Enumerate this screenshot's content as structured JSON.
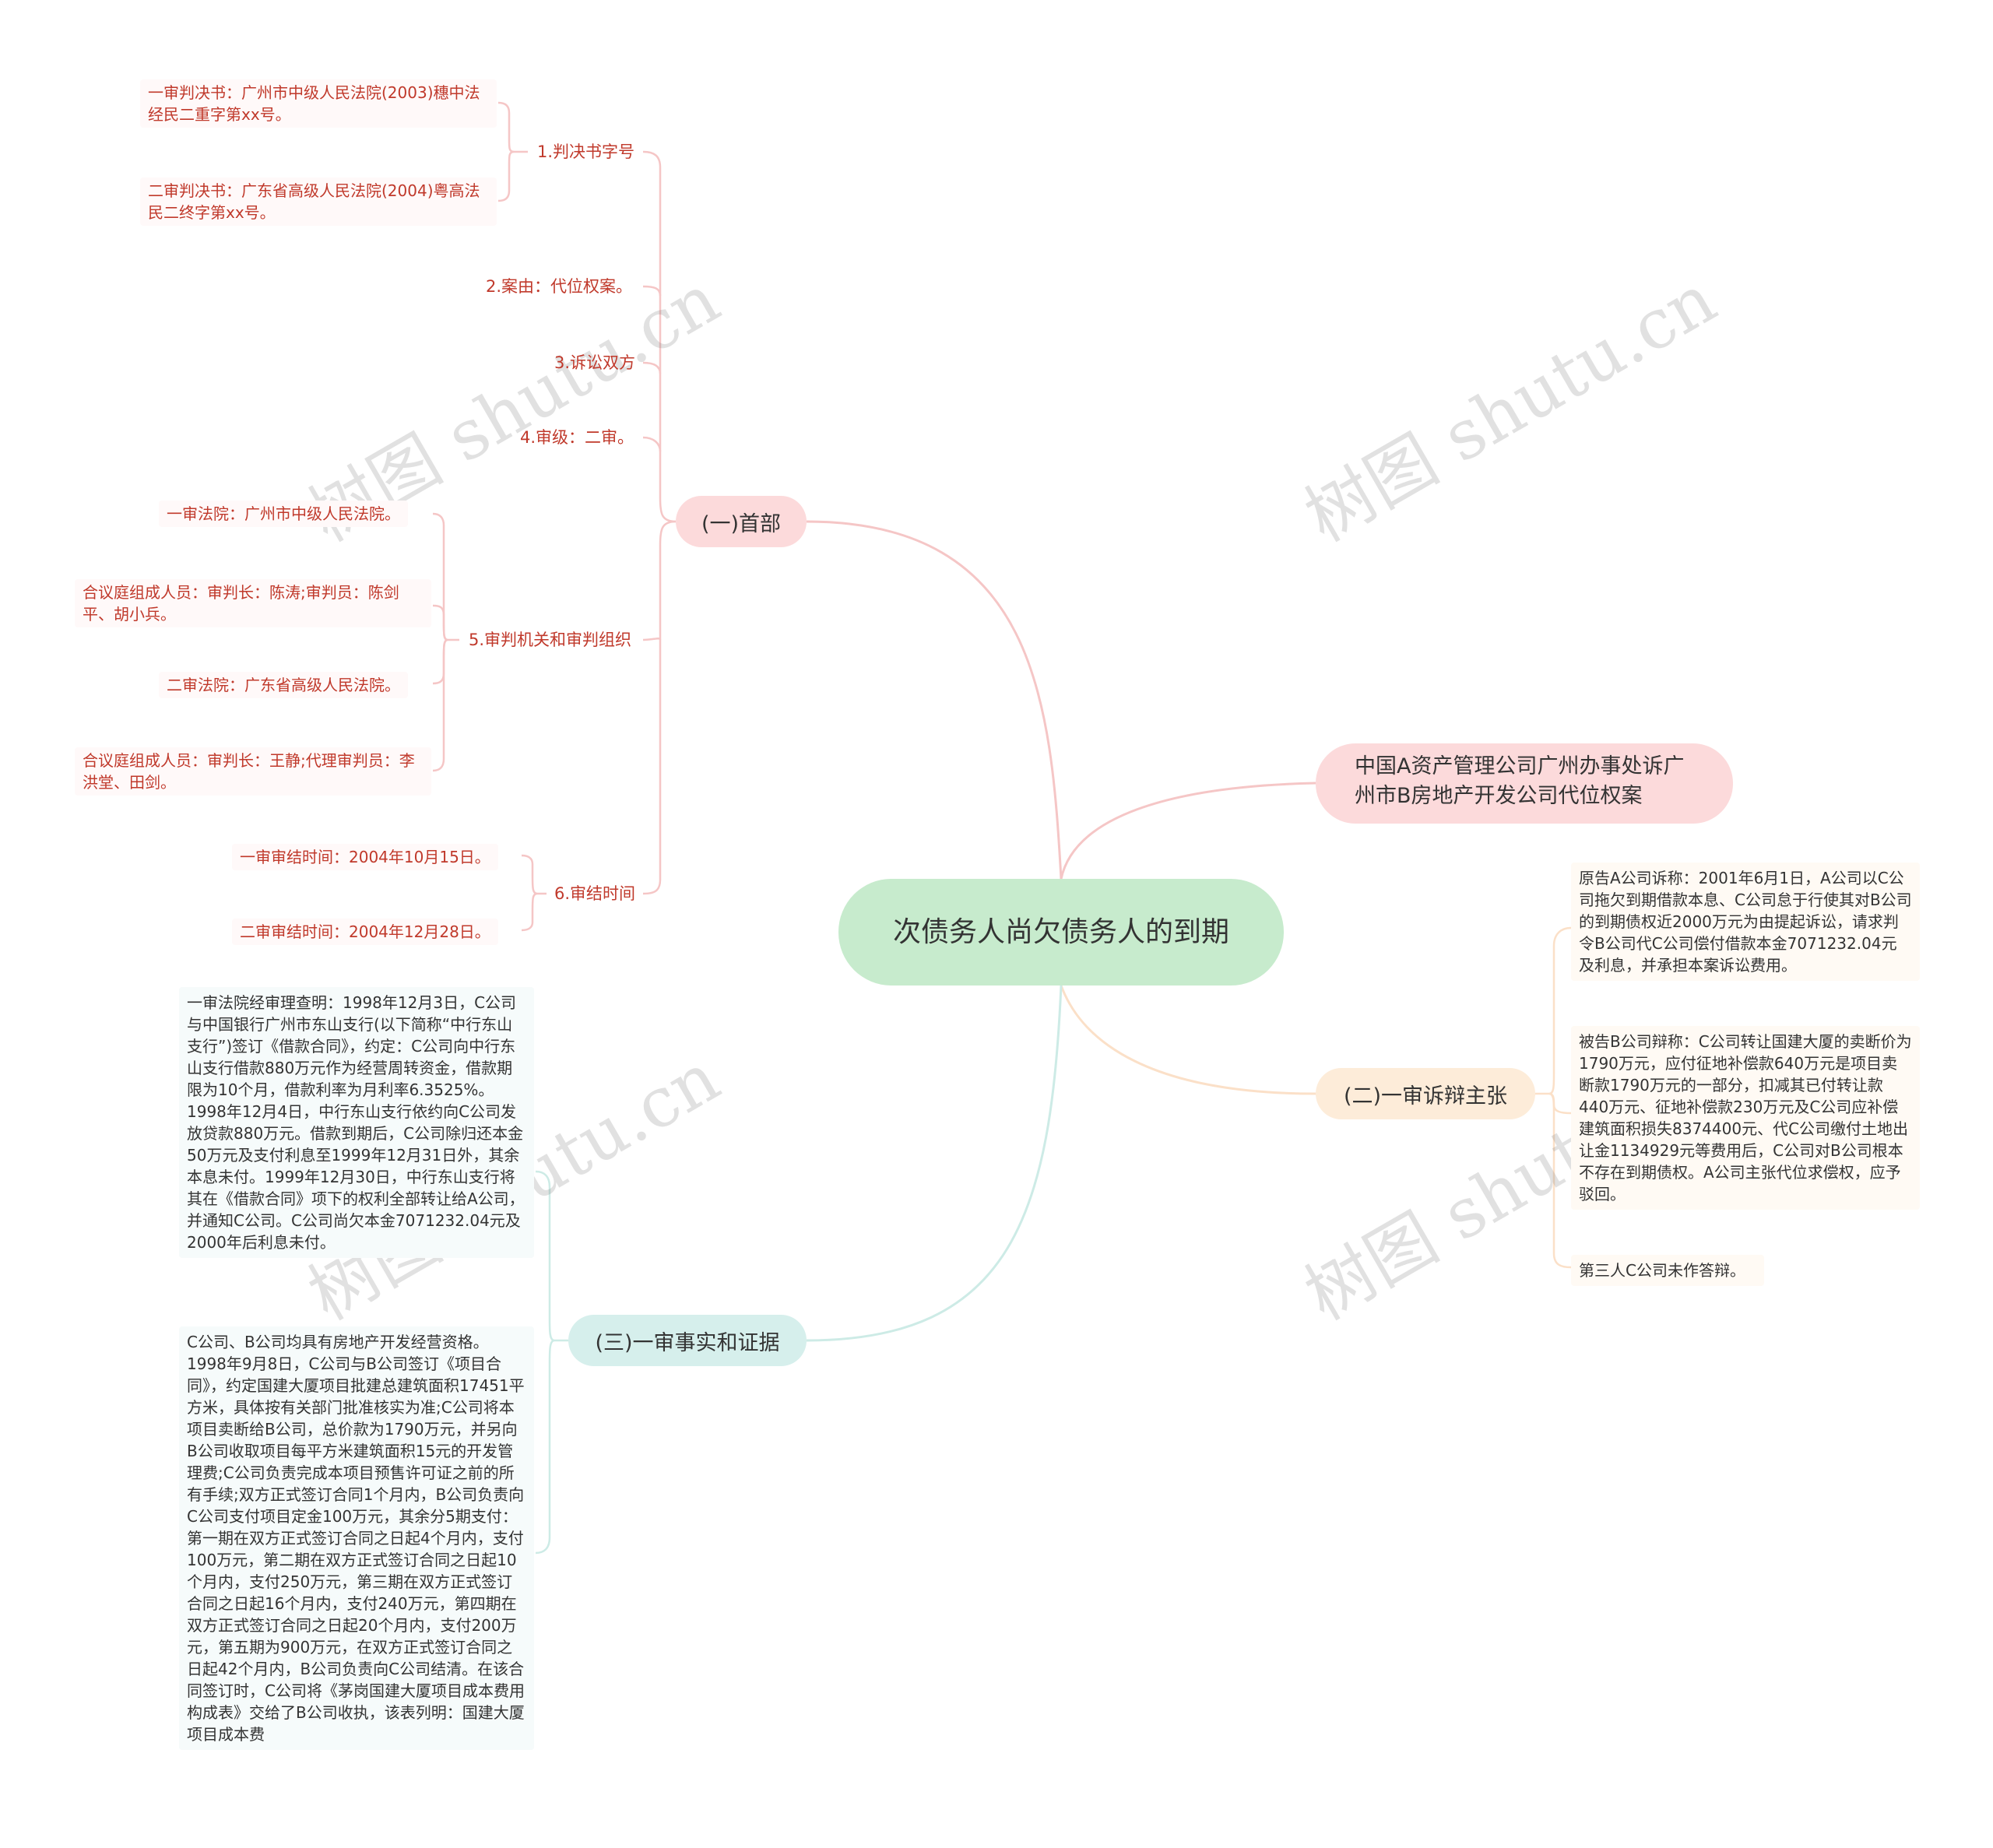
{
  "center": "次债务人尚欠债务人的到期",
  "title_node": "中国A资产管理公司广州办事处诉广州市B房地产开发公司代位权案",
  "branch1": {
    "label": "(一)首部",
    "items": {
      "judgment_no": {
        "label": "1.判决书字号",
        "first": "一审判决书：广州市中级人民法院(2003)穗中法经民二重字第xx号。",
        "second": "二审判决书：广东省高级人民法院(2004)粤高法民二终字第xx号。"
      },
      "cause": "2.案由：代位权案。",
      "parties": "3.诉讼双方",
      "level": "4.审级：二审。",
      "court": {
        "label": "5.审判机关和审判组织",
        "c1": "一审法院：广州市中级人民法院。",
        "c2": "合议庭组成人员：审判长：陈涛;审判员：陈剑平、胡小兵。",
        "c3": "二审法院：广东省高级人民法院。",
        "c4": "合议庭组成人员：审判长：王静;代理审判员：李洪堂、田剑。"
      },
      "dates": {
        "label": "6.审结时间",
        "first": "一审审结时间：2004年10月15日。",
        "second": "二审审结时间：2004年12月28日。"
      }
    }
  },
  "branch2": {
    "label": "(二)一审诉辩主张",
    "items": [
      "原告A公司诉称：2001年6月1日，A公司以C公司拖欠到期借款本息、C公司怠于行使其对B公司的到期债权近2000万元为由提起诉讼，请求判令B公司代C公司偿付借款本金7071232.04元及利息，并承担本案诉讼费用。",
      "被告B公司辩称：C公司转让国建大厦的卖断价为1790万元，应付征地补偿款640万元是项目卖断款1790万元的一部分，扣减其已付转让款440万元、征地补偿款230万元及C公司应补偿建筑面积损失8374400元、代C公司缴付土地出让金1134929元等费用后，C公司对B公司根本不存在到期债权。A公司主张代位求偿权，应予驳回。",
      "第三人C公司未作答辩。"
    ]
  },
  "branch3": {
    "label": "(三)一审事实和证据",
    "items": [
      "一审法院经审理查明：1998年12月3日，C公司与中国银行广州市东山支行(以下简称“中行东山支行”)签订《借款合同》，约定：C公司向中行东山支行借款880万元作为经营周转资金，借款期限为10个月，借款利率为月利率6.3525%。1998年12月4日，中行东山支行依约向C公司发放贷款880万元。借款到期后，C公司除归还本金50万元及支付利息至1999年12月31日外，其余本息未付。1999年12月30日，中行东山支行将其在《借款合同》项下的权利全部转让给A公司，并通知C公司。C公司尚欠本金7071232.04元及2000年后利息未付。",
      "C公司、B公司均具有房地产开发经营资格。1998年9月8日，C公司与B公司签订《项目合同》，约定国建大厦项目批建总建筑面积17451平方米，具体按有关部门批准核实为准;C公司将本项目卖断给B公司，总价款为1790万元，并另向B公司收取项目每平方米建筑面积15元的开发管理费;C公司负责完成本项目预售许可证之前的所有手续;双方正式签订合同1个月内，B公司负责向C公司支付项目定金100万元，其余分5期支付：第一期在双方正式签订合同之日起4个月内，支付100万元，第二期在双方正式签订合同之日起10个月内，支付250万元，第三期在双方正式签订合同之日起16个月内，支付240万元，第四期在双方正式签订合同之日起20个月内，支付200万元，第五期为900万元，在双方正式签订合同之日起42个月内，B公司负责向C公司结清。在该合同签订时，C公司将《茅岗国建大厦项目成本费用构成表》交给了B公司收执，该表列明：国建大厦项目成本费"
    ]
  },
  "watermark": "树图 shutu.cn",
  "colors": {
    "center": "#c7ebcd",
    "branch1": "#fcdadb",
    "branch2": "#fdecd9",
    "branch3": "#d6efec",
    "leaf_text": "#c0392b"
  }
}
